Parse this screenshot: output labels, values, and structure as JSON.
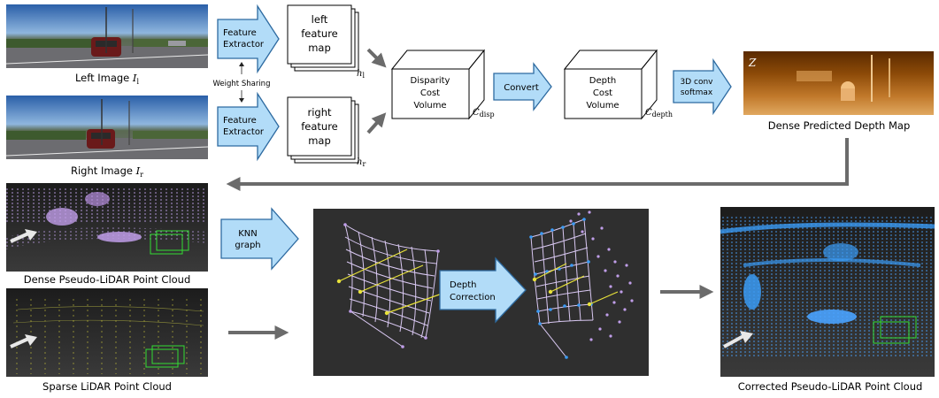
{
  "colors": {
    "arrow_fill": "#b2dcf8",
    "arrow_stroke": "#2d6aa0",
    "flow_arrow": "#6b6b6b",
    "dark_panel": "#2d2d2d",
    "lidar_purple": "#c09ee9",
    "lidar_yellow": "#e8e23a",
    "lidar_blue": "#3b9bf5",
    "box_green": "#33dd33"
  },
  "labels": {
    "left_image": "Left Image",
    "left_image_sym": "I",
    "left_image_sub": "l",
    "right_image": "Right Image",
    "right_image_sym": "I",
    "right_image_sub": "r",
    "weight_sharing": "Weight Sharing",
    "feature_extractor": [
      "Feature",
      "Extractor"
    ],
    "left_feature_map": [
      "left",
      "feature",
      "map"
    ],
    "right_feature_map": [
      "right",
      "feature",
      "map"
    ],
    "h_sym": "h",
    "h_left_sub": "l",
    "h_right_sub": "r",
    "disparity_cost_volume": [
      "Disparity",
      "Cost",
      "Volume"
    ],
    "c_sym": "C",
    "c_disp_sub": "disp",
    "convert": "Convert",
    "depth_cost_volume": [
      "Depth",
      "Cost",
      "Volume"
    ],
    "c_depth_sub": "depth",
    "conv3d_softmax": [
      "3D conv",
      "softmax"
    ],
    "z_label": "Z",
    "dense_depth_map": "Dense Predicted Depth Map",
    "dense_pseudo_lidar": "Dense Pseudo-LiDAR Point Cloud",
    "sparse_lidar": "Sparse LiDAR Point Cloud",
    "knn_graph": [
      "KNN",
      "graph"
    ],
    "depth_correction": [
      "Depth",
      "Correction"
    ],
    "corrected_pseudo_lidar": "Corrected Pseudo-LiDAR Point Cloud"
  }
}
